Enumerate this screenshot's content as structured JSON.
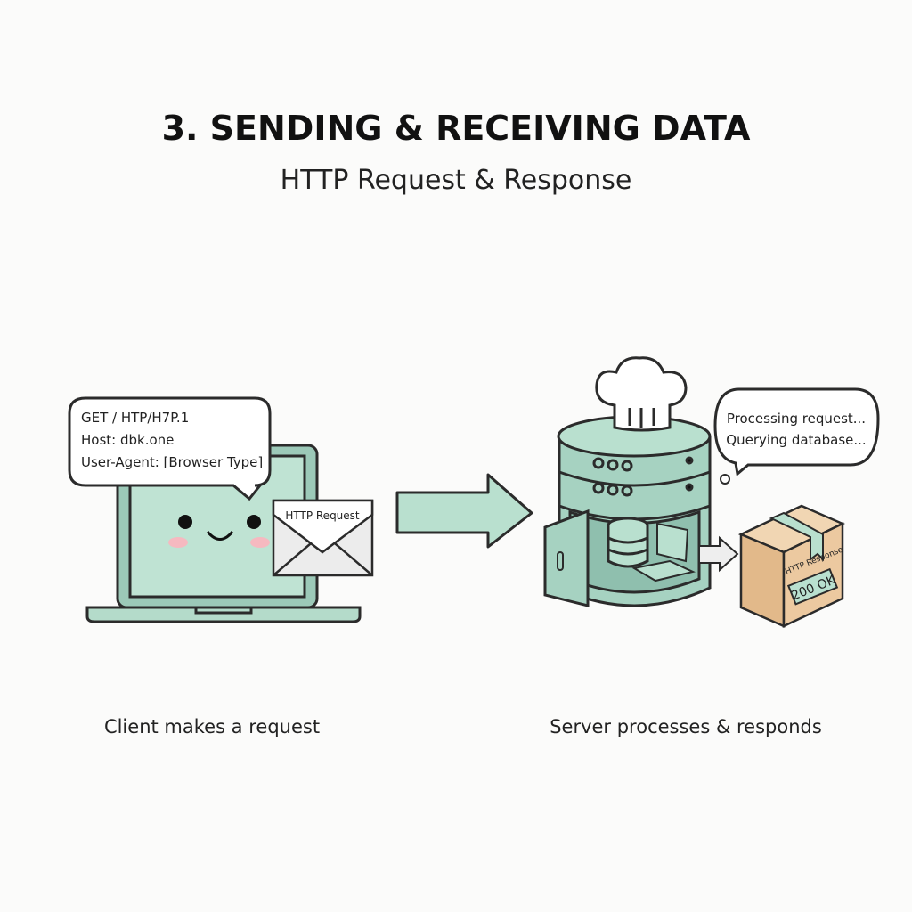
{
  "header": {
    "title": "3. SENDING & RECEIVING DATA",
    "subtitle": "HTTP Request & Response"
  },
  "client": {
    "request_lines": [
      "GET / HTP/H7P.1",
      "Host: dbk.one",
      "User-Agent: [Browser Type]"
    ],
    "envelope_label": "HTTP Request",
    "caption": "Client makes a request"
  },
  "server": {
    "thought_lines": [
      "Processing request...",
      "Querying database..."
    ],
    "box_label": "HTTP Response",
    "status_label": "200 OK",
    "caption": "Server processes & responds"
  },
  "colors": {
    "mint": "#b9e0cf",
    "mint_dark": "#8fbfae",
    "outline": "#2b2b2b",
    "cardboard": "#ecc9a0",
    "cheek": "#f6b9c0"
  }
}
